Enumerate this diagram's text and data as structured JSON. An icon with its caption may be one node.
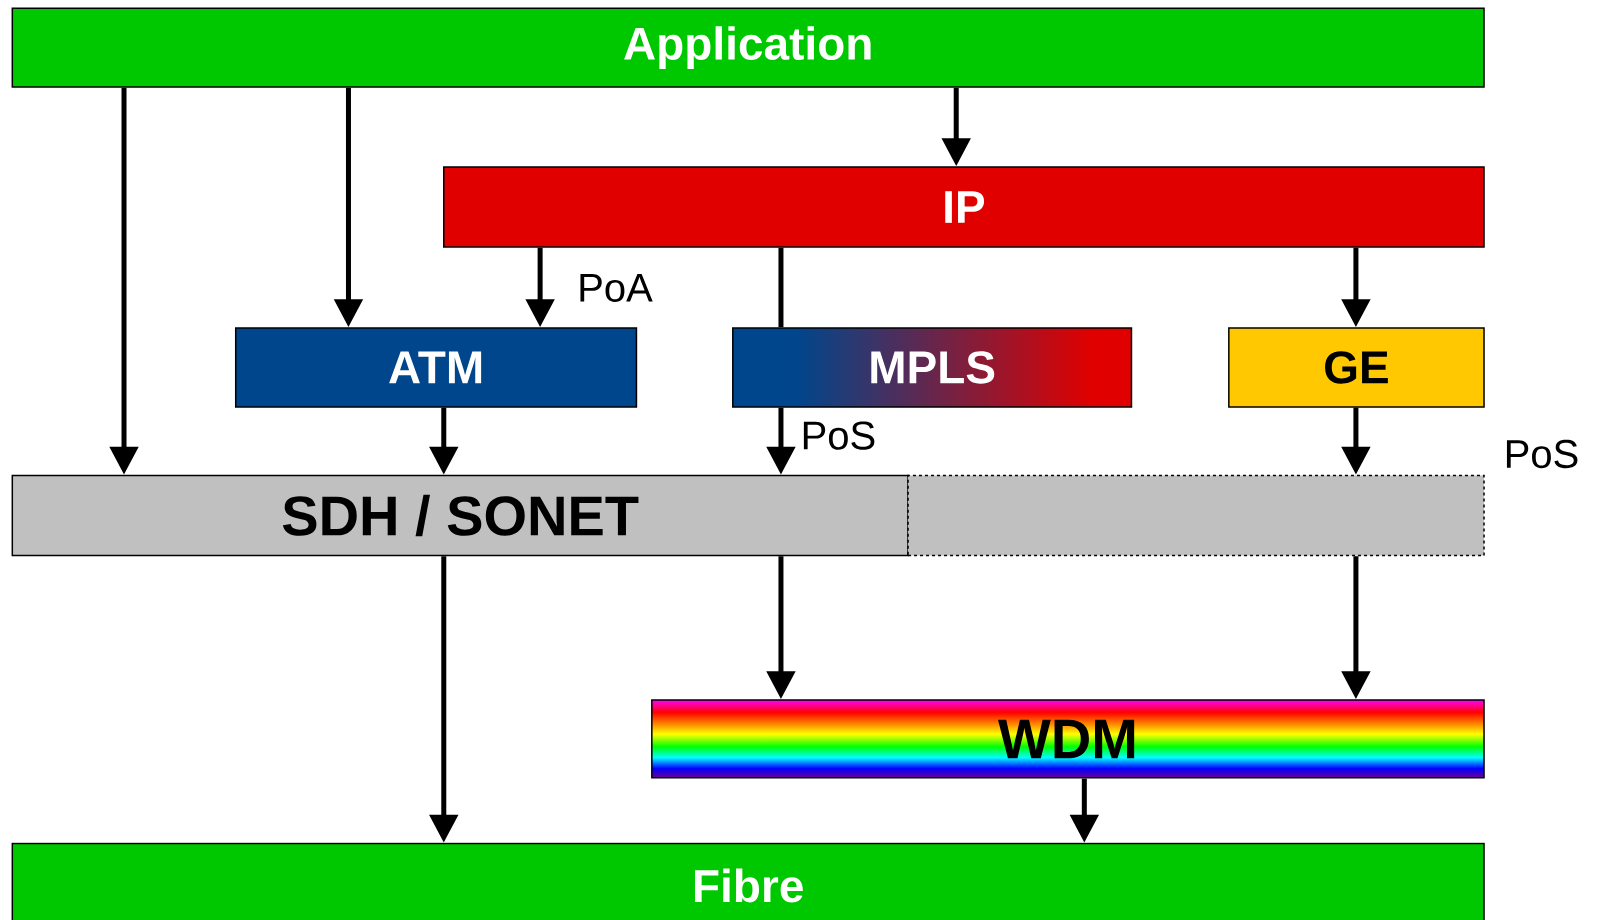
{
  "diagram": {
    "nodes": [
      {
        "text": [
          "Application"
        ]
      },
      {
        "text": [
          "IP"
        ]
      },
      {
        "text": [
          "ATM"
        ]
      },
      {
        "text": [
          "MPLS"
        ]
      },
      {
        "text": [
          "GE"
        ]
      },
      {
        "text": [
          "SDH / SONET"
        ]
      },
      {
        "text": [],
        "shape": "box"
      },
      {
        "text": [
          "WDM"
        ]
      },
      {
        "text": [
          "Fibre"
        ]
      }
    ],
    "edges": [
      {
        "from": 0,
        "to": 5,
        "arrow": "to"
      },
      {
        "from": 0,
        "to": 2,
        "arrow": "to"
      },
      {
        "from": 0,
        "to": 1,
        "arrow": "to"
      },
      {
        "from": 1,
        "to": 2,
        "arrow": "to",
        "label": "PoA"
      },
      {
        "from": 1,
        "to": 3,
        "arrow": "none"
      },
      {
        "from": 1,
        "to": 4,
        "arrow": "to"
      },
      {
        "from": 2,
        "to": 5,
        "arrow": "to"
      },
      {
        "from": 3,
        "to": 5,
        "arrow": "to",
        "label": "PoS"
      },
      {
        "from": 4,
        "to": 6,
        "arrow": "to",
        "label": "PoS"
      },
      {
        "from": 5,
        "to": 8,
        "arrow": "to"
      },
      {
        "from": 5,
        "to": 7,
        "arrow": "to"
      },
      {
        "from": 6,
        "to": 7,
        "arrow": "to"
      },
      {
        "from": 7,
        "to": 8,
        "arrow": "to"
      }
    ]
  }
}
